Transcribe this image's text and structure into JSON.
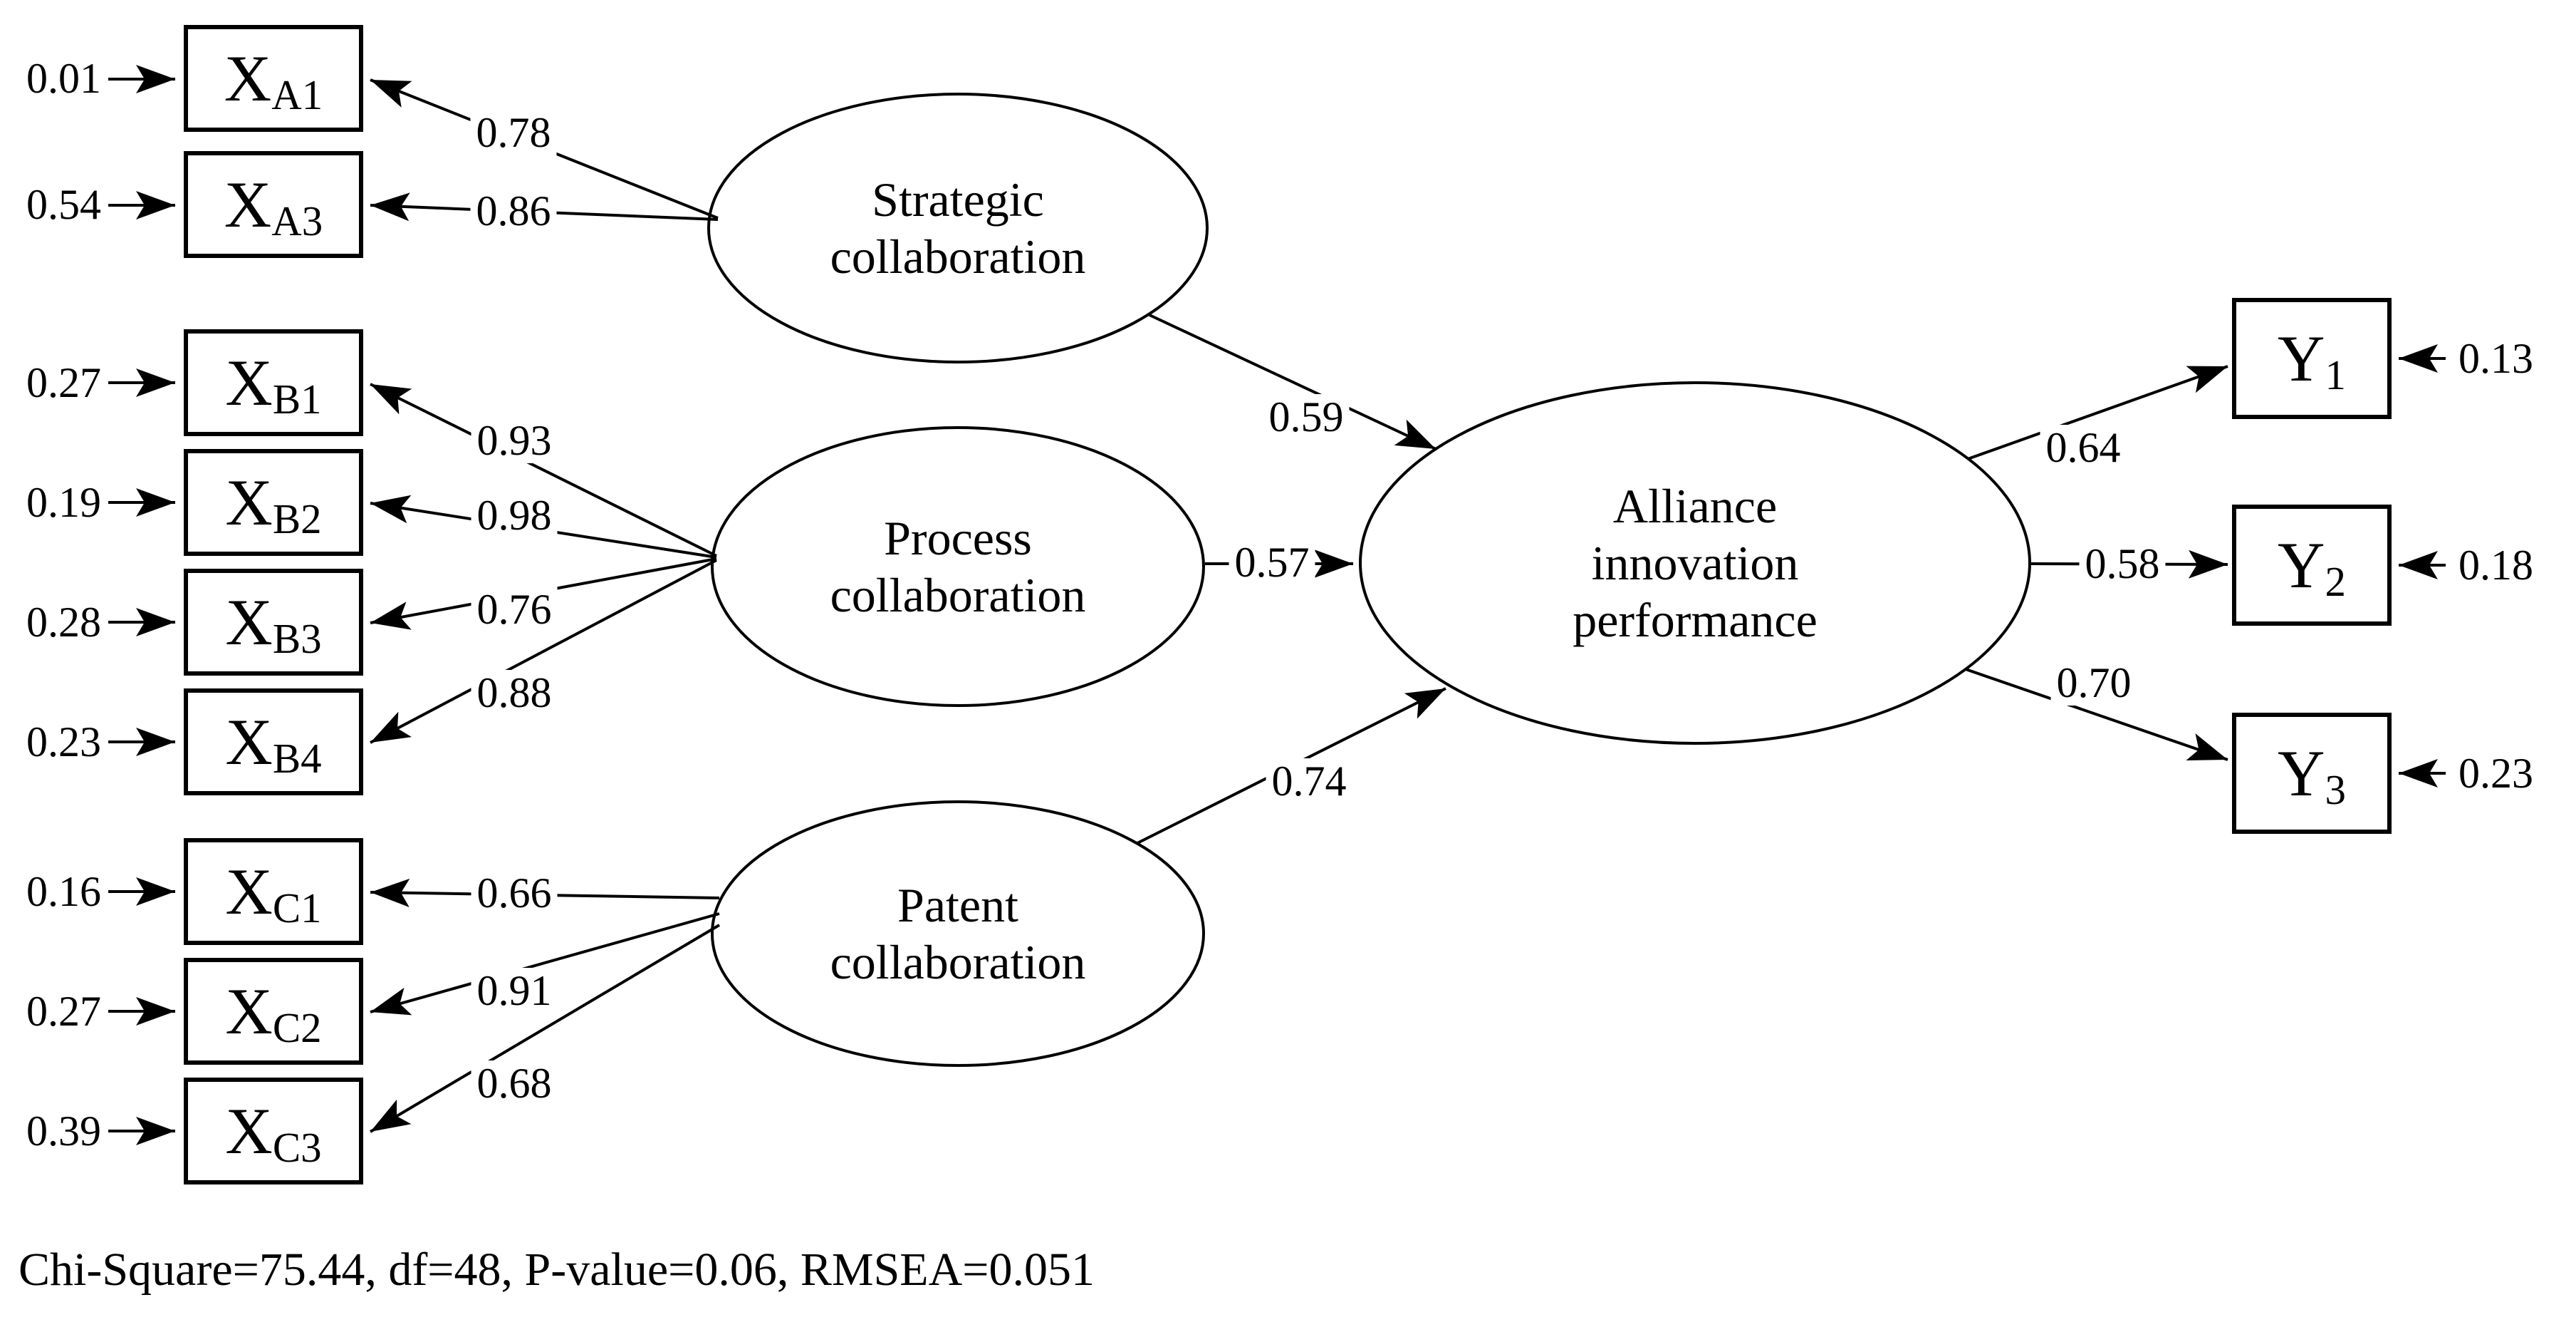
{
  "model": {
    "left_indicators": [
      {
        "id": "XA1",
        "error": "0.01",
        "sym": "X",
        "sub": "A1",
        "loading": "0.78",
        "latent": "Strategic collaboration"
      },
      {
        "id": "XA3",
        "error": "0.54",
        "sym": "X",
        "sub": "A3",
        "loading": "0.86",
        "latent": "Strategic collaboration"
      },
      {
        "id": "XB1",
        "error": "0.27",
        "sym": "X",
        "sub": "B1",
        "loading": "0.93",
        "latent": "Process collaboration"
      },
      {
        "id": "XB2",
        "error": "0.19",
        "sym": "X",
        "sub": "B2",
        "loading": "0.98",
        "latent": "Process collaboration"
      },
      {
        "id": "XB3",
        "error": "0.28",
        "sym": "X",
        "sub": "B3",
        "loading": "0.76",
        "latent": "Process collaboration"
      },
      {
        "id": "XB4",
        "error": "0.23",
        "sym": "X",
        "sub": "B4",
        "loading": "0.88",
        "latent": "Process collaboration"
      },
      {
        "id": "XC1",
        "error": "0.16",
        "sym": "X",
        "sub": "C1",
        "loading": "0.66",
        "latent": "Patent collaboration"
      },
      {
        "id": "XC2",
        "error": "0.27",
        "sym": "X",
        "sub": "C2",
        "loading": "0.91",
        "latent": "Patent collaboration"
      },
      {
        "id": "XC3",
        "error": "0.39",
        "sym": "X",
        "sub": "C3",
        "loading": "0.68",
        "latent": "Patent collaboration"
      }
    ],
    "latents": [
      {
        "name_line1": "Strategic",
        "name_line2": "collaboration",
        "path_to": "Alliance innovation performance",
        "path_coefficient": "0.59"
      },
      {
        "name_line1": "Process",
        "name_line2": "collaboration",
        "path_to": "Alliance innovation performance",
        "path_coefficient": "0.57"
      },
      {
        "name_line1": "Patent",
        "name_line2": "collaboration",
        "path_to": "Alliance innovation performance",
        "path_coefficient": "0.74"
      }
    ],
    "outcome": {
      "name_line1": "Alliance",
      "name_line2": "innovation",
      "name_line3": "performance"
    },
    "right_indicators": [
      {
        "id": "Y1",
        "sym": "Y",
        "sub": "1",
        "loading": "0.64",
        "error": "0.13"
      },
      {
        "id": "Y2",
        "sym": "Y",
        "sub": "2",
        "loading": "0.58",
        "error": "0.18"
      },
      {
        "id": "Y3",
        "sym": "Y",
        "sub": "3",
        "loading": "0.70",
        "error": "0.23"
      }
    ],
    "fit_statistics": "Chi-Square=75.44, df=48, P-value=0.06, RMSEA=0.051",
    "colors": {
      "stroke": "#000000",
      "background": "#ffffff"
    }
  }
}
